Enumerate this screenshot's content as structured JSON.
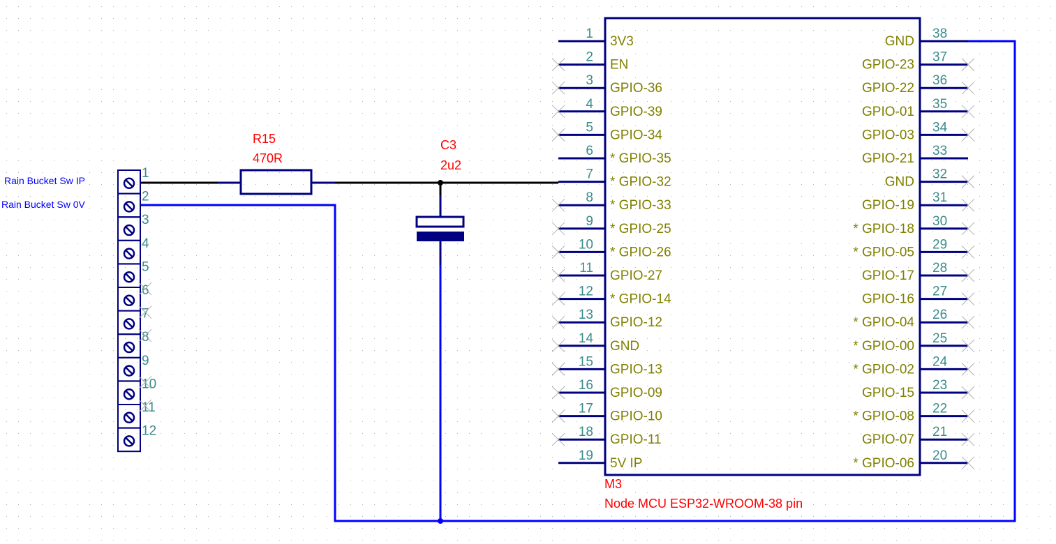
{
  "colors": {
    "component": "#000080",
    "wire_signal": "#000000",
    "wire_ground": "#0000ff",
    "reference": "#ff0000",
    "pin_number": "#3c8c8c",
    "pin_name": "#808000",
    "net_label": "#0000ff",
    "grid": "#b4b4b4"
  },
  "net_labels": [
    {
      "text": "Rain Bucket Sw IP",
      "pin": 1
    },
    {
      "text": "Rain Bucket Sw 0V",
      "pin": 2
    }
  ],
  "terminal_block": {
    "pins": [
      "1",
      "2",
      "3",
      "4",
      "5",
      "6",
      "7",
      "8",
      "9",
      "10",
      "11",
      "12"
    ],
    "no_connect": [
      "6",
      "7",
      "8",
      "10",
      "11"
    ]
  },
  "resistor": {
    "ref": "R15",
    "value": "470R"
  },
  "capacitor": {
    "ref": "C3",
    "value": "2u2"
  },
  "module": {
    "ref": "M3",
    "value": "Node MCU ESP32-WROOM-38 pin",
    "left_pins": [
      {
        "num": "1",
        "name": "3V3",
        "nc": false
      },
      {
        "num": "2",
        "name": "EN",
        "nc": true
      },
      {
        "num": "3",
        "name": "GPIO-36",
        "nc": true
      },
      {
        "num": "4",
        "name": "GPIO-39",
        "nc": true
      },
      {
        "num": "5",
        "name": "GPIO-34",
        "nc": true
      },
      {
        "num": "6",
        "name": "* GPIO-35",
        "nc": false
      },
      {
        "num": "7",
        "name": "* GPIO-32",
        "nc": false
      },
      {
        "num": "8",
        "name": "* GPIO-33",
        "nc": true
      },
      {
        "num": "9",
        "name": "* GPIO-25",
        "nc": true
      },
      {
        "num": "10",
        "name": "* GPIO-26",
        "nc": true
      },
      {
        "num": "11",
        "name": "GPIO-27",
        "nc": true
      },
      {
        "num": "12",
        "name": "* GPIO-14",
        "nc": true
      },
      {
        "num": "13",
        "name": "GPIO-12",
        "nc": true
      },
      {
        "num": "14",
        "name": "GND",
        "nc": true
      },
      {
        "num": "15",
        "name": "GPIO-13",
        "nc": true
      },
      {
        "num": "16",
        "name": "GPIO-09",
        "nc": true
      },
      {
        "num": "17",
        "name": "GPIO-10",
        "nc": true
      },
      {
        "num": "18",
        "name": "GPIO-11",
        "nc": true
      },
      {
        "num": "19",
        "name": "5V IP",
        "nc": false
      }
    ],
    "right_pins": [
      {
        "num": "38",
        "name": "GND",
        "nc": false
      },
      {
        "num": "37",
        "name": "GPIO-23",
        "nc": true
      },
      {
        "num": "36",
        "name": "GPIO-22",
        "nc": true
      },
      {
        "num": "35",
        "name": "GPIO-01",
        "nc": true
      },
      {
        "num": "34",
        "name": "GPIO-03",
        "nc": true
      },
      {
        "num": "33",
        "name": "GPIO-21",
        "nc": false
      },
      {
        "num": "32",
        "name": "GND",
        "nc": true
      },
      {
        "num": "31",
        "name": "GPIO-19",
        "nc": true
      },
      {
        "num": "30",
        "name": "* GPIO-18",
        "nc": true
      },
      {
        "num": "29",
        "name": "* GPIO-05",
        "nc": true
      },
      {
        "num": "28",
        "name": "GPIO-17",
        "nc": true
      },
      {
        "num": "27",
        "name": "GPIO-16",
        "nc": true
      },
      {
        "num": "26",
        "name": "* GPIO-04",
        "nc": true
      },
      {
        "num": "25",
        "name": "* GPIO-00",
        "nc": true
      },
      {
        "num": "24",
        "name": "* GPIO-02",
        "nc": true
      },
      {
        "num": "23",
        "name": "GPIO-15",
        "nc": true
      },
      {
        "num": "22",
        "name": "* GPIO-08",
        "nc": true
      },
      {
        "num": "21",
        "name": "GPIO-07",
        "nc": true
      },
      {
        "num": "20",
        "name": "* GPIO-06",
        "nc": true
      }
    ]
  }
}
